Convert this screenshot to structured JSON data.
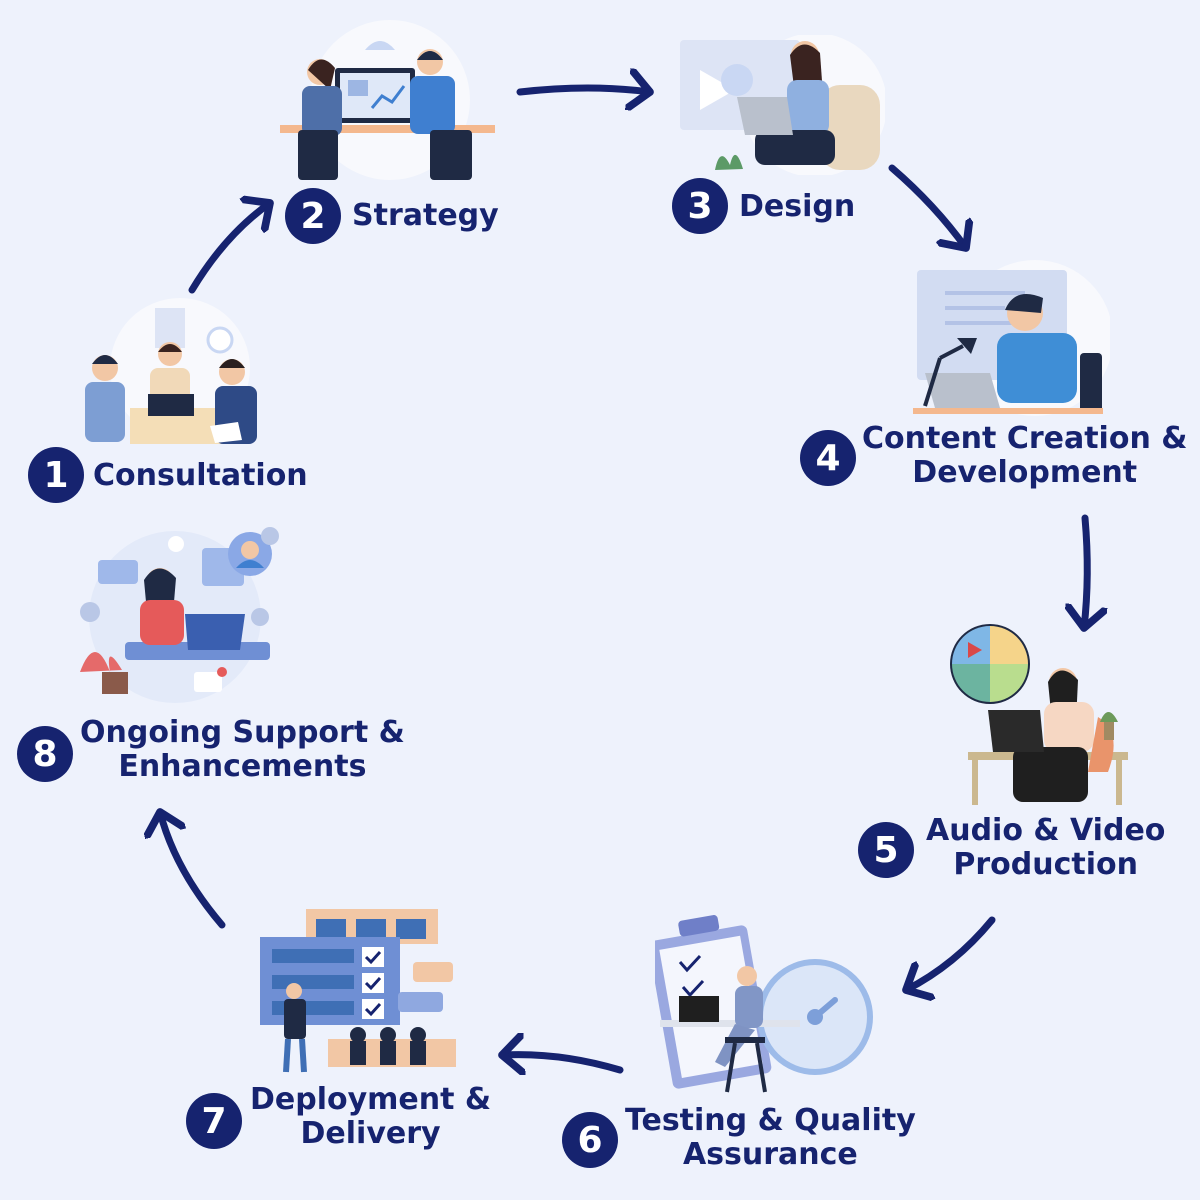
{
  "colors": {
    "background": "#eef2fc",
    "primary": "#16236f",
    "accent_blue": "#3f7fd0",
    "light_blue": "#c9d7f3",
    "skin": "#f2c7a5",
    "orange": "#e9946b"
  },
  "steps": [
    {
      "number": "1",
      "lines": [
        "Consultation"
      ],
      "icon": "meeting-illustration"
    },
    {
      "number": "2",
      "lines": [
        "Strategy"
      ],
      "icon": "strategy-desk-illustration"
    },
    {
      "number": "3",
      "lines": [
        "Design"
      ],
      "icon": "designer-laptop-illustration"
    },
    {
      "number": "4",
      "lines": [
        "Content Creation &",
        "Development"
      ],
      "icon": "developer-desk-illustration"
    },
    {
      "number": "5",
      "lines": [
        "Audio & Video",
        "Production"
      ],
      "icon": "media-production-illustration"
    },
    {
      "number": "6",
      "lines": [
        "Testing & Quality",
        "Assurance"
      ],
      "icon": "testing-checklist-illustration"
    },
    {
      "number": "7",
      "lines": [
        "Deployment &",
        "Delivery"
      ],
      "icon": "deployment-board-illustration"
    },
    {
      "number": "8",
      "lines": [
        "Ongoing Support &",
        "Enhancements"
      ],
      "icon": "support-agent-illustration"
    }
  ]
}
